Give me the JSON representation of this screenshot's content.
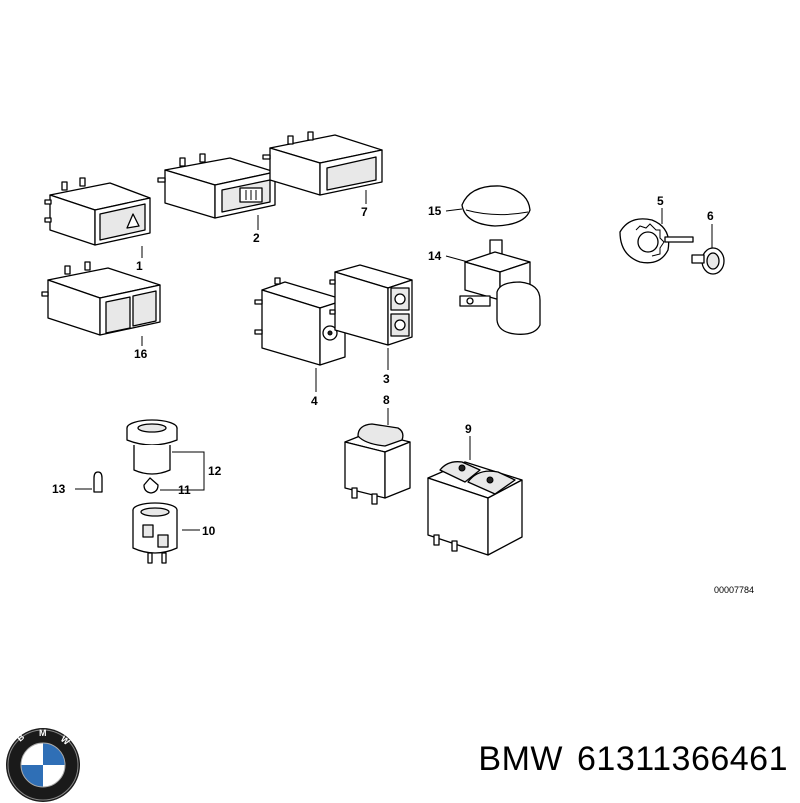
{
  "diagram": {
    "callouts": [
      "1",
      "2",
      "3",
      "4",
      "5",
      "6",
      "7",
      "8",
      "9",
      "10",
      "11",
      "12",
      "13",
      "14",
      "15",
      "16"
    ],
    "reference_code": "00007784"
  },
  "footer": {
    "brand": "BMW",
    "part_number": "61311366461",
    "logo_letters": "BMW"
  },
  "colors": {
    "line": "#000000",
    "logo_blue": "#2f6fb6",
    "logo_ring": "#1a1a1a"
  }
}
